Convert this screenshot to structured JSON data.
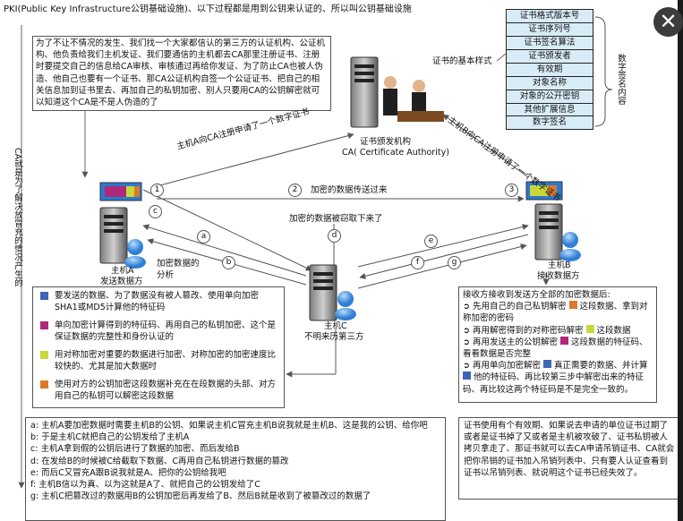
{
  "header": {
    "title": "PKI(Public Key Infrastructure公钥基础设施)、以下过程都是用到公钥来认证的、所以叫公钥基础设施"
  },
  "intro_text": "为了不让不情况的发生、我们找一个大家都信认的第三方的认证机构、公证机构、他负责给我们主机发证、我们要通信的主机都去CA那里注册证书、注册时要提交自己的信息给CA审核、审核通过再给你发证、为了防止CA也被人伪造、他自己也要有一个证书、那CA公证机构自签一个公证证书、把自己的相关信息加到证书里去、再加自己的私钥加密、别人只要用CA的公钥解密就可以知道这个CA是不是人伪造的了",
  "cert": {
    "label": "证书的基本样式",
    "fields": [
      "证书格式版本号",
      "证书序列号",
      "证书签名算法",
      "证书颁发者",
      "有效期",
      "对象名称",
      "对象的公开密钥",
      "其他扩展信息",
      "数字签名"
    ],
    "brace_label": "数字签名内容"
  },
  "ca": {
    "line1": "证书颁发机构",
    "line2": "CA( Certificate Authority)"
  },
  "arrows": {
    "a_to_ca": "主机A向CA注册申请了一个数字证书",
    "b_to_ca": "主机B向CA注册申请了一个数字证书",
    "encrypted_data": "加密的数据传送过来",
    "stolen": "加密的数据被窃取下来了",
    "analysis": "加密数据的分析",
    "left_vertical": "CA就是为了解决放冒充的情况产生的"
  },
  "steps": [
    "1",
    "2",
    "3"
  ],
  "edges": [
    "a",
    "b",
    "c",
    "d",
    "e",
    "f",
    "g"
  ],
  "hosts": {
    "a": {
      "line1": "主机A",
      "line2": "发送数据方"
    },
    "b": {
      "line1": "主机B",
      "line2": "接收数据方"
    },
    "c": {
      "line1": "主机C",
      "line2": "不明来历第三方"
    }
  },
  "legend": [
    {
      "color": "#3f64b8",
      "text": "要发送的数据、为了数据没有被人篡改、使用单向加密SHA1或MD5计算他的特征码"
    },
    {
      "color": "#b0287a",
      "text": "单向加密计算得到的特征码、再用自己的私钥加密、这个是保证数据的完整性和身份认证的"
    },
    {
      "color": "#c8d838",
      "text": "用对称加密对重要的数据进行加密、对称加密的加密速度比较快的、尤其是加大数据时"
    },
    {
      "color": "#d97a2c",
      "text": "使用对方的公钥加密这段数据补充在在段数据的头部、对方用自己的私钥可以解密这段数据"
    }
  ],
  "receiver": {
    "title": "接收方接收到发送方全部的加密数据后:",
    "steps": [
      {
        "pre": "➲ 先用自己的自己私钥解密",
        "color": "#d97a2c",
        "post": "这段数据、拿到对称加密的密码"
      },
      {
        "pre": "➲ 再用解密得到的对称密码解密",
        "color": "#c8d838",
        "post": "这段数据"
      },
      {
        "pre": "➲ 再用发送主的公钥解密",
        "color": "#b0287a",
        "post": "这段数据的特征码、看看数据是否完整"
      },
      {
        "pre": "➲ 再用单向加密解密",
        "color": "#3f64b8",
        "post": "真正需要的数据、并计算",
        "color2": "#3f64b8",
        "post2": "他的特征码、再比较第三步中解密出来的特征码、再比较这两个特征码是不是完全一致的。"
      }
    ]
  },
  "bottom_left": [
    "a: 主机A要加密数据时需要主机B的公钥、如果说主机C冒充主机B说我就是主机B、这是我的公钥、给你吧",
    "b: 于是主机C就把自己的公钥发给了主机A",
    "c: 主机A拿到假的公钥后进行了数据的加密、而后发给B",
    "d: 在发给B的时候被C给截取下数据、C再用自己私钥进行数据的篡改",
    "e: 而后C又冒充A跟B说我就是A、把你的公钥给我吧",
    "f: 主机B信以为真、以为这就是A了、就把自己的公钥发给了C",
    "g: 主机C把篡改过的数据用B的公钥加密后再发给了B、然后B就是收到了被篡改过的数据了"
  ],
  "bottom_right": "证书使用有个有效期、如果说去申请的单位证书过期了或者是证书掉了又或者是主机被攻破了、证书私钥被人拷贝拿走了、那证书就可以去CA申请吊销证书、CA就会把你吊销的证书加入吊销列表中、只有要人认证查看到证书以吊销列表、就说明这个证书已经失效了。"
}
